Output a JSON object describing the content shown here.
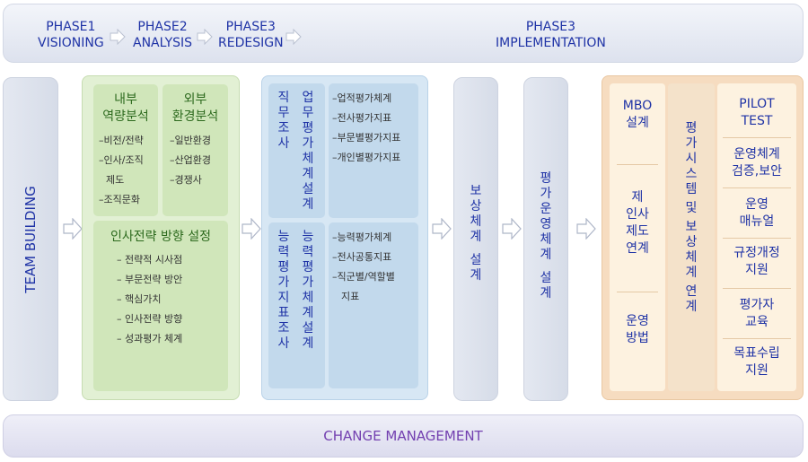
{
  "phases": [
    {
      "line1": "PHASE1",
      "line2": "VISIONING"
    },
    {
      "line1": "PHASE2",
      "line2": "ANALYSIS"
    },
    {
      "line1": "PHASE3",
      "line2": "REDESIGN"
    },
    {
      "line1": "PHASE3",
      "line2": "IMPLEMENTATION"
    }
  ],
  "team_building": "TEAM BUILDING",
  "change_management": "CHANGE MANAGEMENT",
  "analysis": {
    "internal": {
      "title_line1": "내부",
      "title_line2": "역량분석",
      "items": [
        "–비전/전략",
        "–인사/조직",
        "제도",
        "–조직문화"
      ]
    },
    "external": {
      "title_line1": "외부",
      "title_line2": "환경분석",
      "items": [
        "–일반환경",
        "–산업환경",
        "–경쟁사"
      ]
    },
    "strategy": {
      "title": "인사전략 방향 설정",
      "items": [
        "–  전략적 시사점",
        "–  부문전략 방안",
        "–  핵심가치",
        "–  인사전략 방향",
        "–  성과평가 체계"
      ]
    }
  },
  "redesign": {
    "job_survey": [
      "직",
      "무",
      "조",
      "사"
    ],
    "perf_system": [
      "업",
      "무",
      "평",
      "가",
      "체",
      "계",
      "설",
      "계"
    ],
    "perf_items": [
      "–업적평가체계",
      "–전사평가지표",
      "–부문별평가지표",
      "–개인별평가지표"
    ],
    "comp_survey": [
      "능",
      "력",
      "평",
      "가",
      "지",
      "표",
      "조",
      "사"
    ],
    "comp_system": [
      "능",
      "력",
      "평",
      "가",
      "체",
      "계",
      "설",
      "계"
    ],
    "comp_items": [
      "–능력평가체계",
      "–전사공통지표",
      "–직군별/역할별",
      "지표"
    ]
  },
  "compensation": [
    "보",
    "상",
    "체",
    "계",
    "",
    "설",
    "계"
  ],
  "evaluation_ops": [
    "평",
    "가",
    "운",
    "영",
    "체",
    "계",
    "",
    "설",
    "계"
  ],
  "implementation": {
    "mbo": [
      "MBO",
      "설계"
    ],
    "hr_link": [
      "제",
      "인사",
      "제도",
      "연계"
    ],
    "ops": [
      "운영",
      "방법"
    ],
    "eval_link": [
      "평",
      "가",
      "시",
      "스",
      "템",
      "",
      "및",
      "",
      "보",
      "상",
      "체",
      "계",
      "",
      "연",
      "계"
    ],
    "pilot": [
      [
        "PILOT",
        "TEST"
      ],
      [
        "운영체계",
        "검증,보안"
      ],
      [
        "운영",
        "매뉴얼"
      ],
      [
        "규정개정",
        "지원"
      ],
      [
        "평가자",
        "교육"
      ],
      [
        "목표수립",
        "지원"
      ]
    ]
  }
}
